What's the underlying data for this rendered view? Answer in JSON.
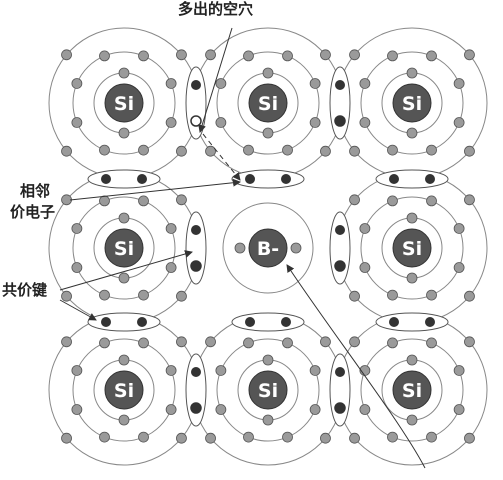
{
  "labels": {
    "extra_hole": "多出的空穴",
    "adjacent_valence_line1": "相邻",
    "adjacent_valence_line2": "价电子",
    "covalent_bond": "共价键"
  },
  "atoms": [
    {
      "symbol": "Si"
    },
    {
      "symbol": "Si"
    },
    {
      "symbol": "Si"
    },
    {
      "symbol": "Si"
    },
    {
      "symbol": "B-"
    },
    {
      "symbol": "Si"
    },
    {
      "symbol": "Si"
    },
    {
      "symbol": "Si"
    },
    {
      "symbol": "Si"
    }
  ],
  "colors": {
    "nucleus_fill": "#555555",
    "inner_electron": "#9a9a9a",
    "valence_electron": "#333333",
    "hole_fill": "#ffffff",
    "orbit_stroke": "#888888"
  }
}
